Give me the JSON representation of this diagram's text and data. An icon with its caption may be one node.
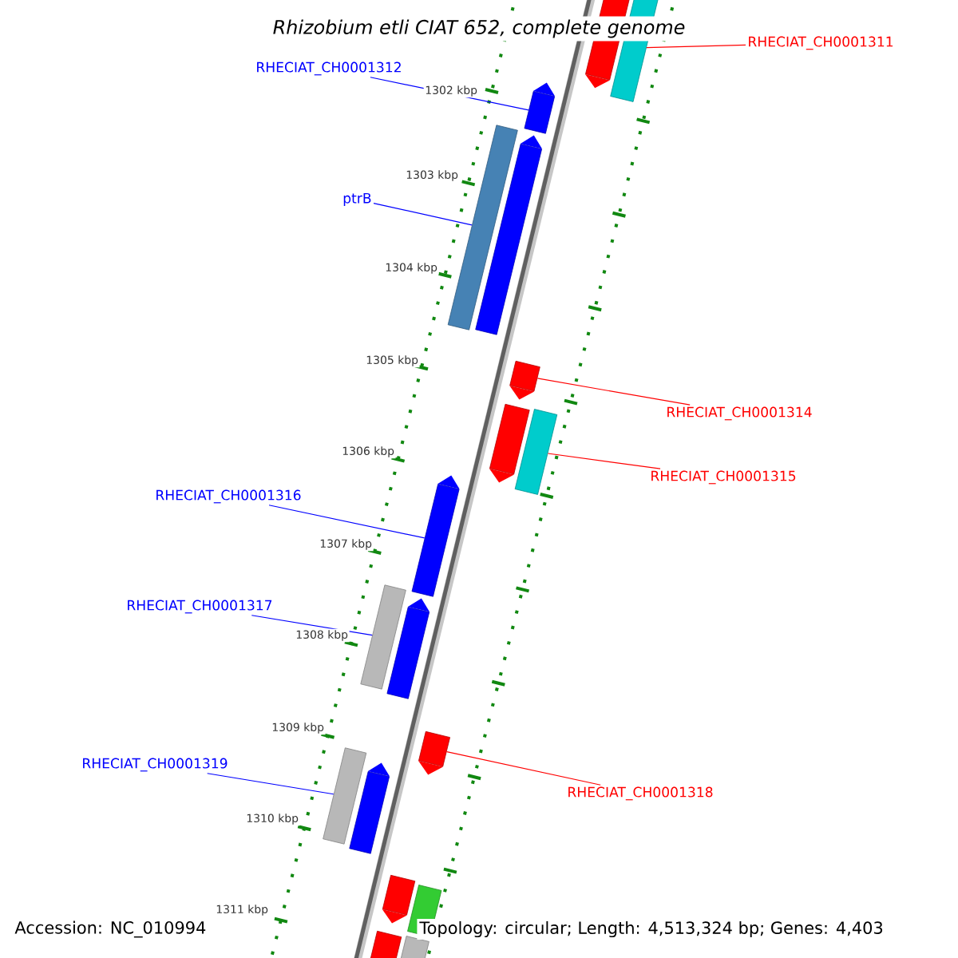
{
  "diagram": {
    "title": "Rhizobium etli CIAT 652, complete genome",
    "nodes": [
      {
        "text": [
          "RHECIAT_CH0001311"
        ]
      },
      {
        "text": [
          "RHECIAT_CH0001312"
        ]
      },
      {
        "text": [
          "ptrB"
        ]
      },
      {
        "text": [
          "RHECIAT_CH0001314"
        ]
      },
      {
        "text": [
          "RHECIAT_CH0001315"
        ]
      },
      {
        "text": [
          "RHECIAT_CH0001316"
        ]
      },
      {
        "text": [
          "RHECIAT_CH0001317"
        ]
      },
      {
        "text": [
          "RHECIAT_CH0001319"
        ]
      },
      {
        "text": [
          "RHECIAT_CH0001318"
        ]
      },
      {
        "text": [],
        "shape": "pentagon"
      },
      {
        "text": [],
        "shape": "bar"
      },
      {
        "text": [],
        "shape": "pentagon"
      },
      {
        "text": [],
        "shape": "bar"
      },
      {
        "text": [],
        "shape": "pentagon"
      },
      {
        "text": [],
        "shape": "pentagon"
      },
      {
        "text": [],
        "shape": "pentagon"
      },
      {
        "text": [],
        "shape": "bar"
      },
      {
        "text": [],
        "shape": "pentagon"
      },
      {
        "text": [],
        "shape": "bar"
      },
      {
        "text": [],
        "shape": "pentagon"
      },
      {
        "text": [],
        "shape": "pentagon"
      },
      {
        "text": [],
        "shape": "bar"
      },
      {
        "text": [],
        "shape": "pentagon"
      },
      {
        "text": [],
        "shape": "pentagon"
      },
      {
        "text": [],
        "shape": "bar"
      },
      {
        "text": [],
        "shape": "bar"
      },
      {
        "text": [],
        "shape": "bar"
      }
    ],
    "edges": [
      {
        "from": 0,
        "to": 10,
        "arrow": "none",
        "color": "#ff0000"
      },
      {
        "from": 1,
        "to": 11,
        "arrow": "none",
        "color": "#0000ff"
      },
      {
        "from": 2,
        "to": 12,
        "arrow": "none",
        "color": "#0000ff"
      },
      {
        "from": 3,
        "to": 14,
        "arrow": "none",
        "color": "#ff0000"
      },
      {
        "from": 4,
        "to": 16,
        "arrow": "none",
        "color": "#ff0000"
      },
      {
        "from": 5,
        "to": 17,
        "arrow": "none",
        "color": "#0000ff"
      },
      {
        "from": 6,
        "to": 18,
        "arrow": "none",
        "color": "#0000ff"
      },
      {
        "from": 7,
        "to": 21,
        "arrow": "none",
        "color": "#0000ff"
      },
      {
        "from": 8,
        "to": 20,
        "arrow": "none",
        "color": "#ff0000"
      }
    ],
    "labels": [
      "1302 kbp",
      "1303 kbp",
      "1304 kbp",
      "1305 kbp",
      "1306 kbp",
      "1307 kbp",
      "1308 kbp",
      "1309 kbp",
      "1310 kbp",
      "1311 kbp",
      "Accession: NC_010994",
      "Topology: circular; Length: 4,513,324 bp; Genes: 4,403"
    ]
  }
}
